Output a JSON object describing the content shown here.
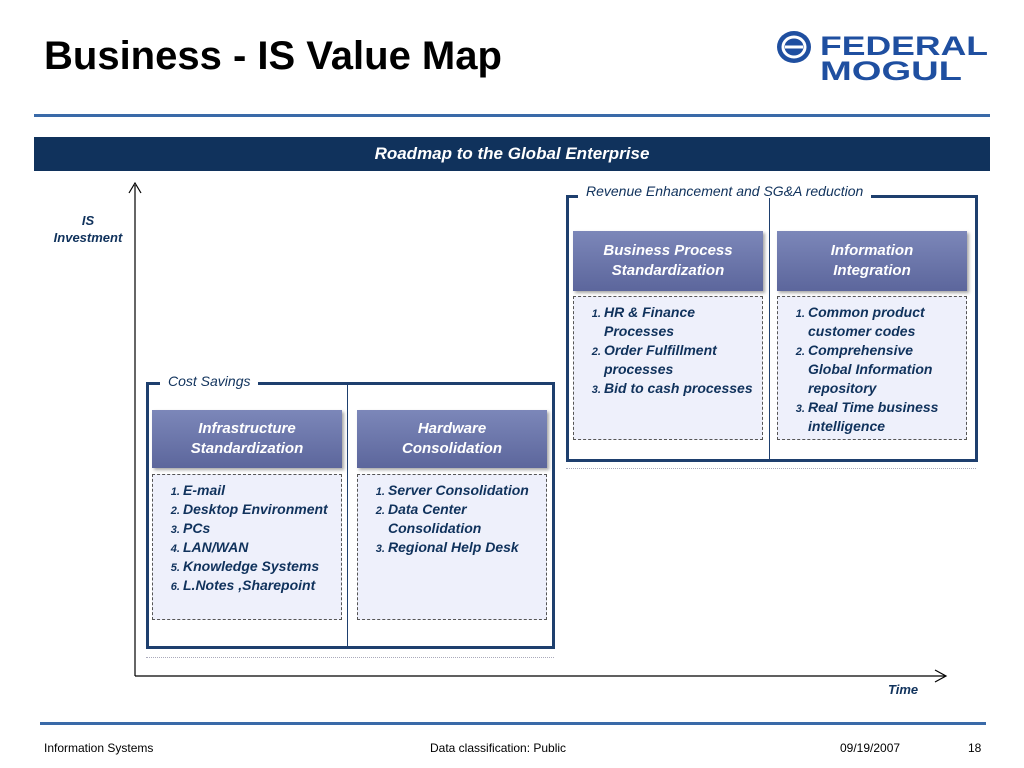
{
  "slide": {
    "title": "Business - IS Value Map",
    "banner": "Roadmap to the Global Enterprise",
    "logo": {
      "text_line1": "FEDERAL",
      "text_line2": "MOGUL",
      "icon": "federal-mogul-emblem-icon",
      "color": "#1f4fa0"
    }
  },
  "diagram": {
    "y_axis_label_line1": "IS",
    "y_axis_label_line2": "Investment",
    "x_axis_label": "Time",
    "groups": [
      {
        "label": "Cost Savings",
        "columns": [
          {
            "header_line1": "Infrastructure",
            "header_line2": "Standardization",
            "items": [
              "E-mail",
              "Desktop Environment",
              "PCs",
              "LAN/WAN",
              "Knowledge Systems",
              "L.Notes ,Sharepoint"
            ]
          },
          {
            "header_line1": "Hardware",
            "header_line2": "Consolidation",
            "items": [
              "Server Consolidation",
              "Data Center Consolidation",
              "Regional Help Desk"
            ]
          }
        ]
      },
      {
        "label": "Revenue Enhancement and SG&A reduction",
        "columns": [
          {
            "header_line1": "Business Process",
            "header_line2": "Standardization",
            "items": [
              "HR & Finance Processes",
              "Order Fulfillment processes",
              "Bid to cash processes"
            ]
          },
          {
            "header_line1": "Information",
            "header_line2": "Integration",
            "items": [
              "Common product customer codes",
              "Comprehensive Global Information repository",
              "Real Time business intelligence"
            ]
          }
        ]
      }
    ]
  },
  "footer": {
    "left": "Information Systems",
    "center": "Data classification: Public",
    "date": "09/19/2007",
    "page": "18"
  },
  "colors": {
    "banner_bg": "#10325c",
    "accent_line": "#3a6aa8",
    "header_box": "#6a74a8",
    "card_bg": "#eef0fb"
  }
}
